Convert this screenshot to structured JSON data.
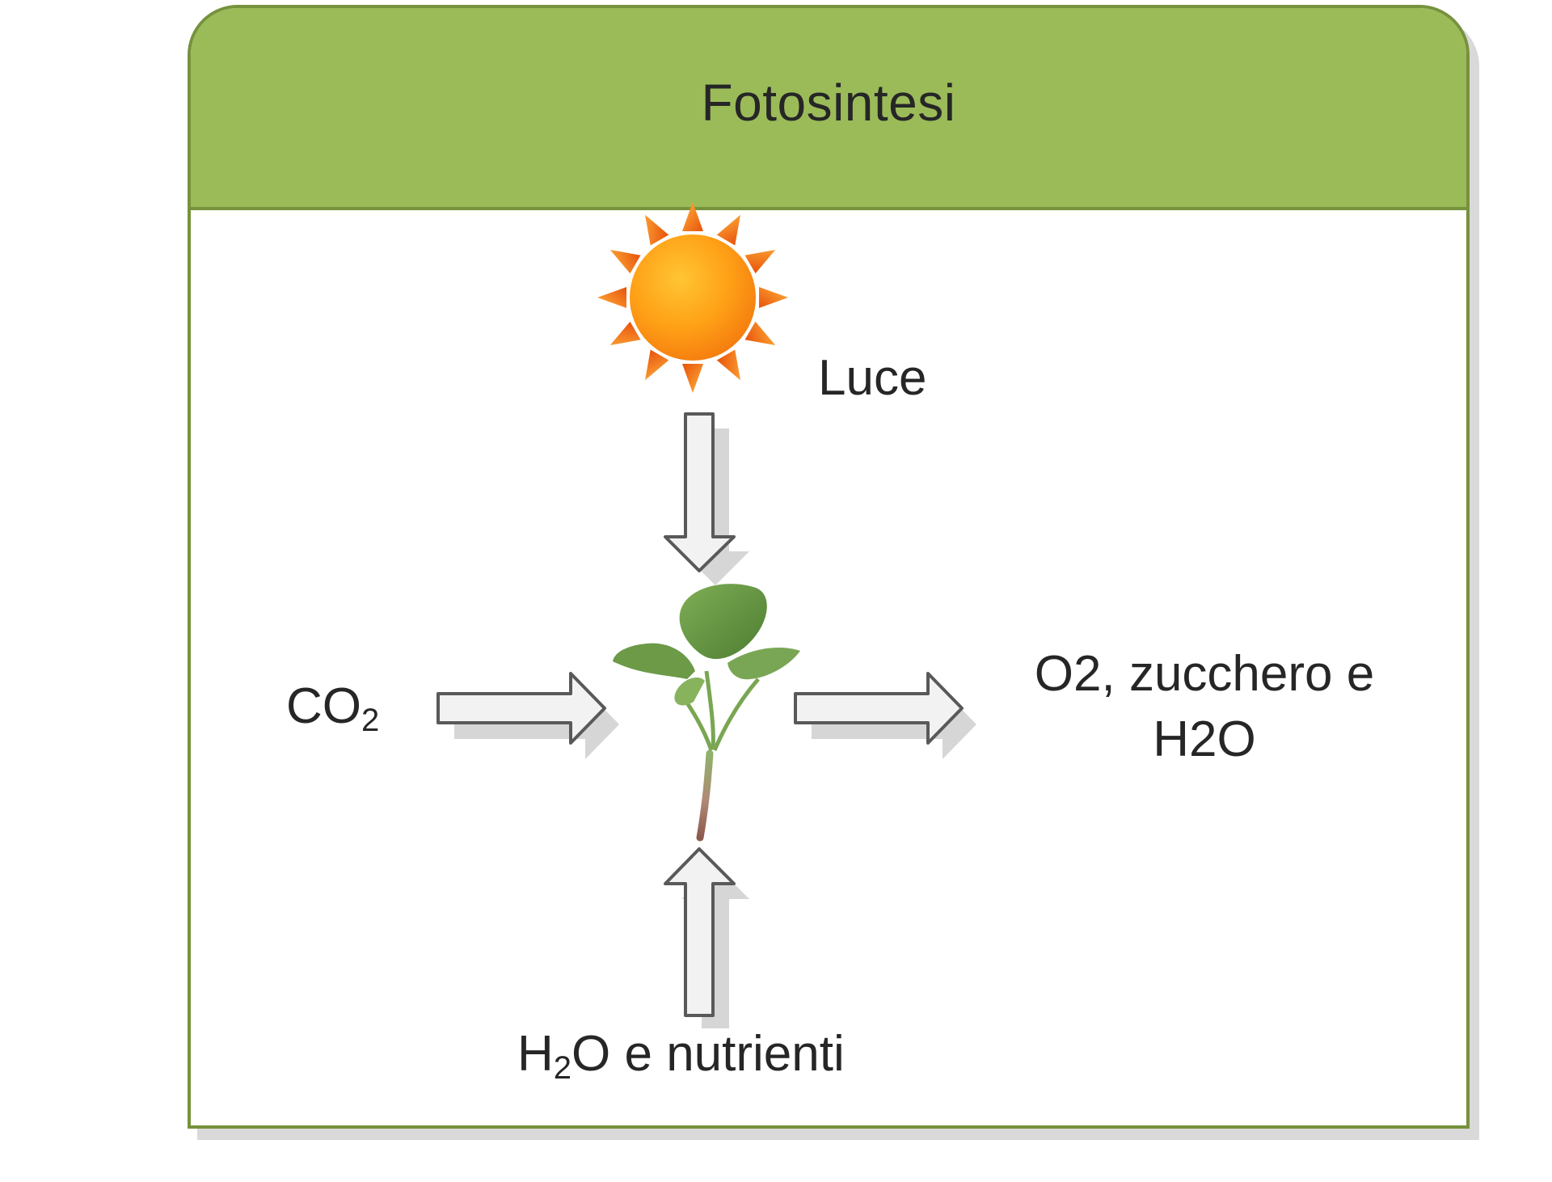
{
  "diagram": {
    "title": "Fotosintesi",
    "nodes": {
      "light": {
        "label": "Luce"
      },
      "co2": {
        "label_main": "CO",
        "label_sub": "2"
      },
      "output": {
        "line1": "O2, zucchero e",
        "line2": "H2O"
      },
      "water": {
        "label_pre": "H",
        "label_sub": "2",
        "label_post": "O e nutrienti"
      }
    },
    "edges": [
      {
        "from": "light",
        "to": "plant",
        "direction": "down"
      },
      {
        "from": "co2",
        "to": "plant",
        "direction": "right"
      },
      {
        "from": "plant",
        "to": "output",
        "direction": "right"
      },
      {
        "from": "water",
        "to": "plant",
        "direction": "up"
      }
    ],
    "colors": {
      "header": "#9bbb59",
      "border": "#76923c",
      "sun": "#f7941d",
      "arrow_fill": "#f2f2f2",
      "arrow_stroke": "#595959",
      "leaf": "#6b9a47",
      "stem": "#a87a6e",
      "text": "#262626"
    },
    "icons": [
      "sun-icon",
      "plant-icon"
    ]
  }
}
